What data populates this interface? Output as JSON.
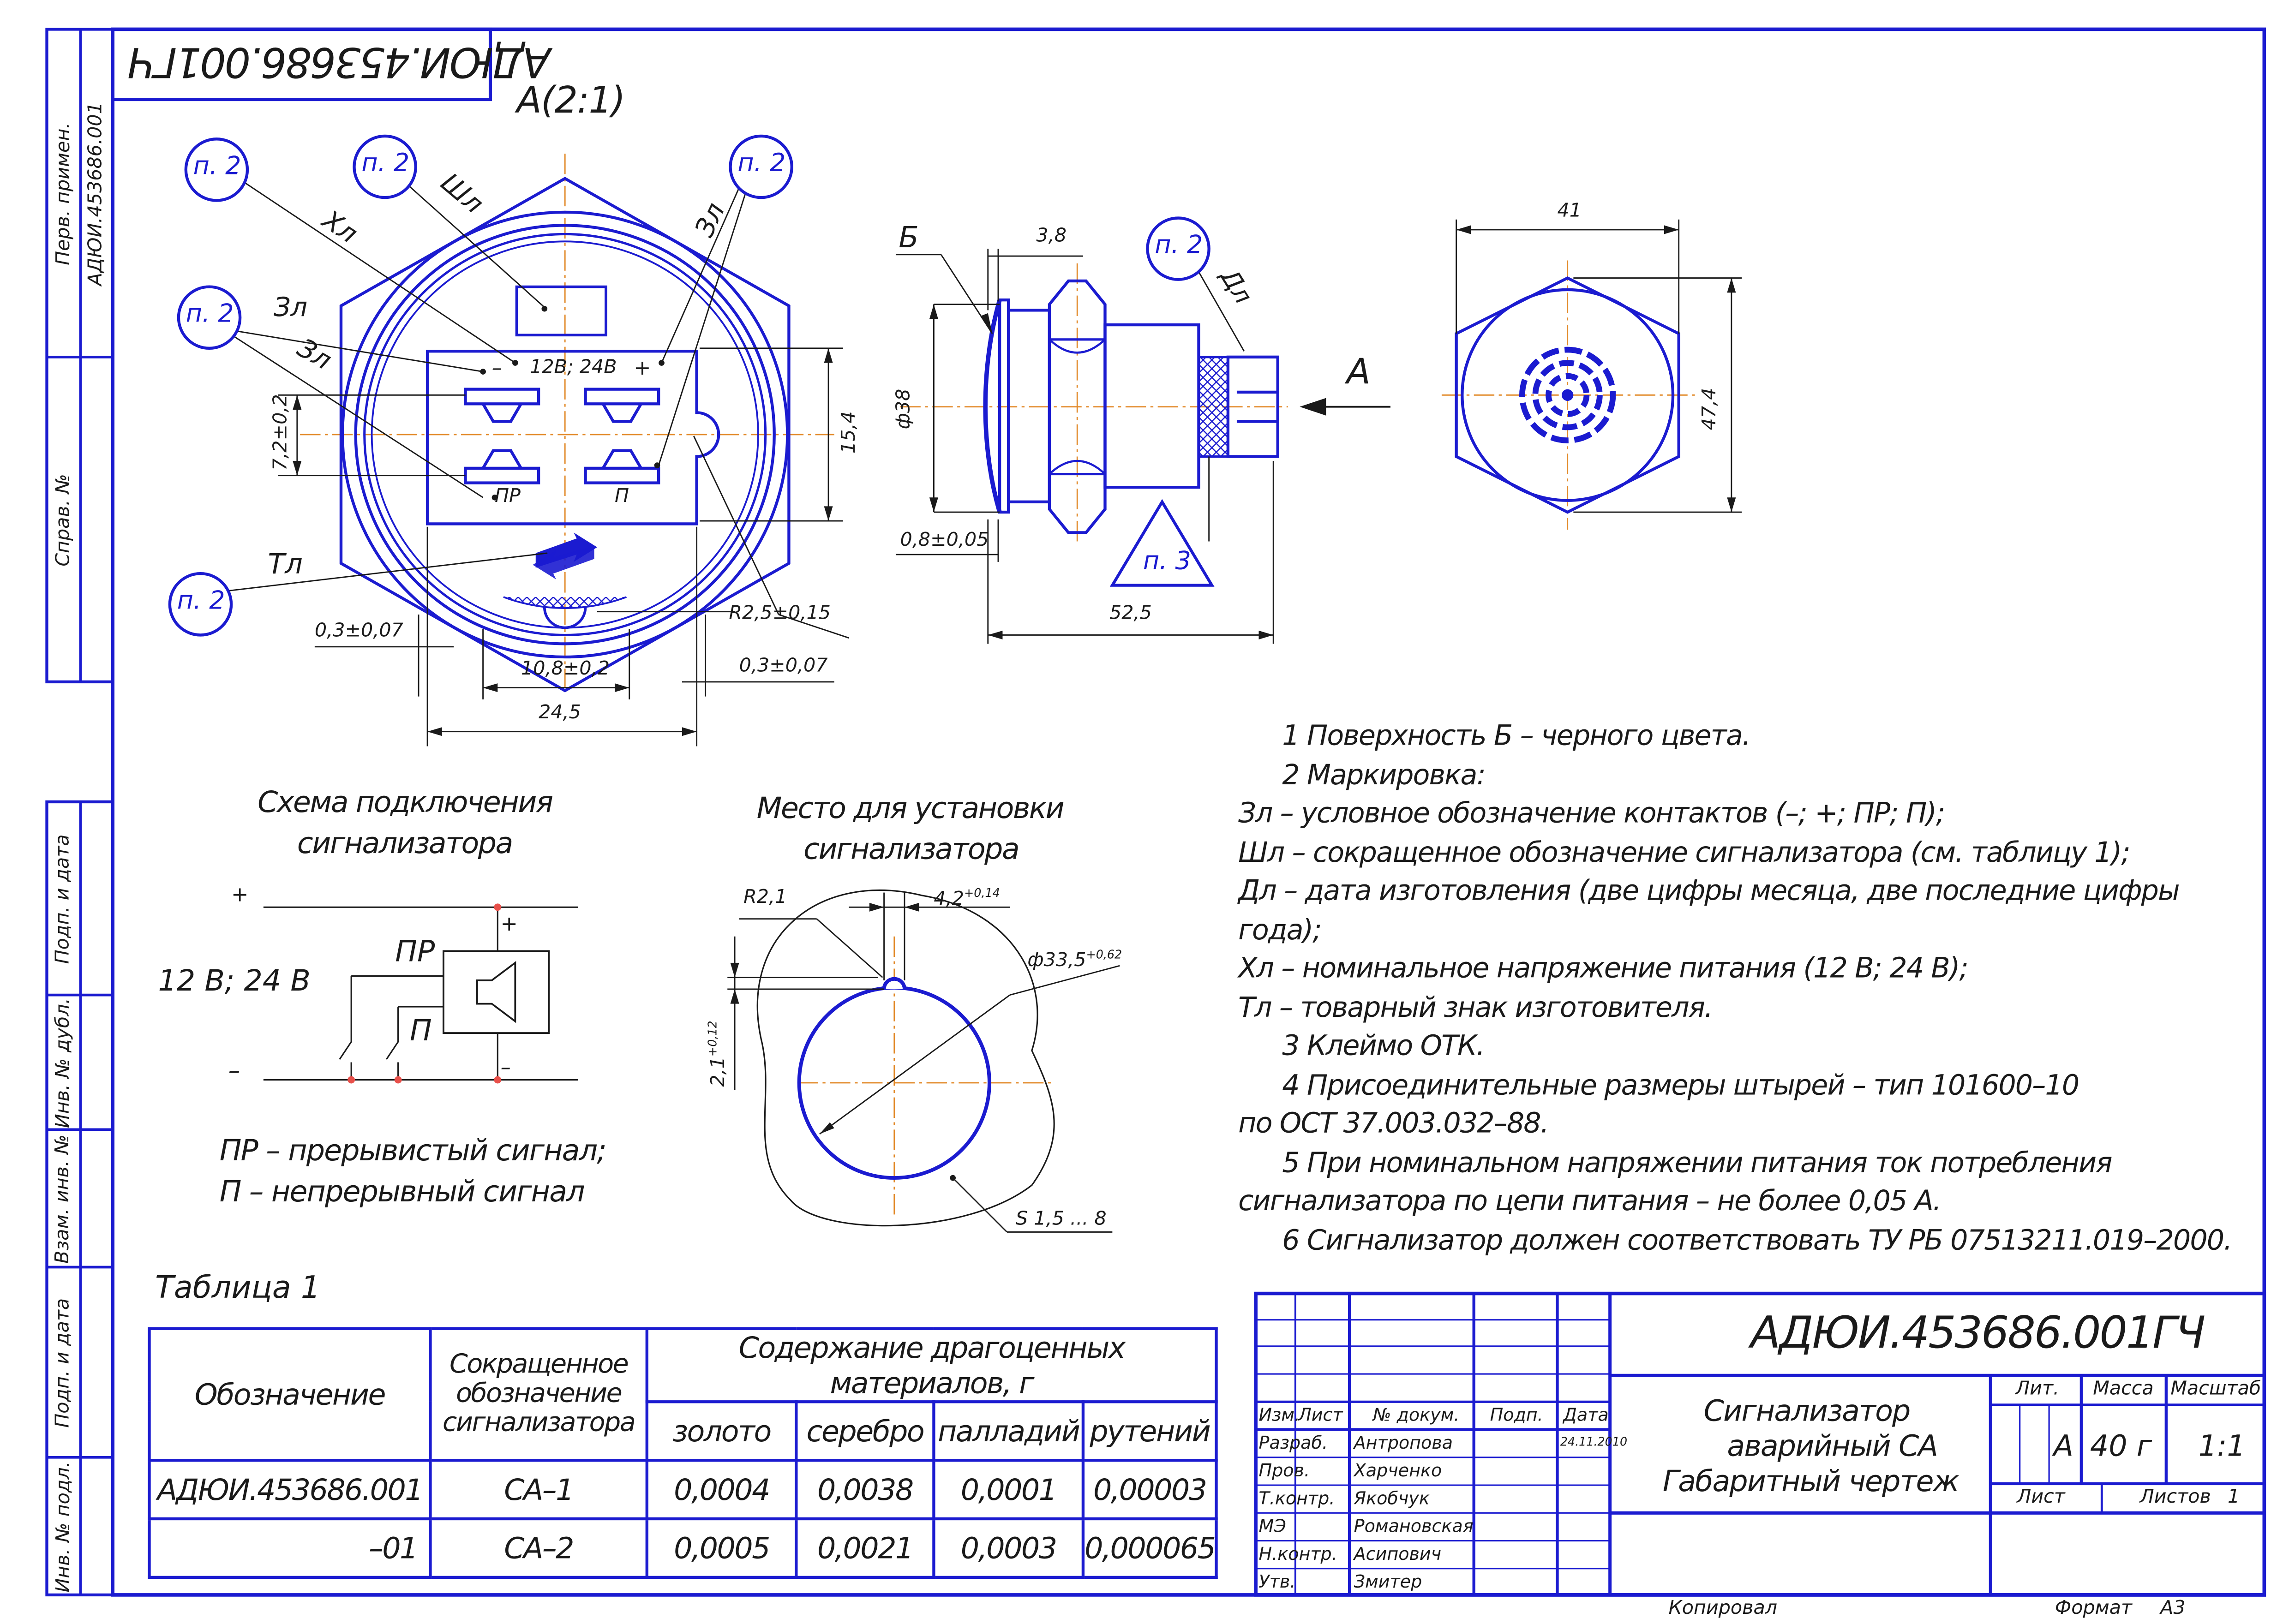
{
  "header": {
    "code_mirrored": "АДЮИ.453686.001ГЧ",
    "view_label": "А(2:1)"
  },
  "side_stamps": {
    "perv_primen_label": "Перв. примен.",
    "perv_primen_value": "АДЮИ.453686.001",
    "sprav_label": "Справ. №",
    "podp_data_1": "Подп. и дата",
    "inv_dubl": "Инв. № дубл.",
    "vzam_inv": "Взам. инв. №",
    "podp_data_2": "Подп. и дата",
    "inv_podl": "Инв. № подл."
  },
  "callouts": {
    "p2": "п. 2",
    "p3": "п. 3"
  },
  "front_view": {
    "labels": {
      "hl": "Хл",
      "shl": "Шл",
      "zl": "Зл",
      "tl": "Тл",
      "voltage": "12В; 24В",
      "minus": "–",
      "plus": "+",
      "pr": "ПР",
      "p": "П"
    },
    "dims": {
      "d_7_2": "7,2±0,2",
      "d_15_4": "15,4",
      "d_0_3_left": "0,3±0,07",
      "d_10_8": "10,8±0,2",
      "d_24_5": "24,5",
      "d_0_3_right": "0,3±0,07",
      "r_2_5": "R2,5±0,15"
    }
  },
  "side_view": {
    "b_label": "Б",
    "dl_label": "Дл",
    "arrow_a": "А",
    "d_3_8": "3,8",
    "d_38": "ф38",
    "d_0_8": "0,8±0,05",
    "d_52_5": "52,5"
  },
  "right_view": {
    "d_41": "41",
    "d_47_4": "47,4"
  },
  "wiring": {
    "title_1": "Схема подключения",
    "title_2": "сигнализатора",
    "plus": "+",
    "minus": "–",
    "voltage": "12 В; 24 В",
    "pr": "ПР",
    "p": "П",
    "plus_small": "+",
    "minus_small": "–",
    "legend_1": "ПР – прерывистый сигнал;",
    "legend_2": "П  – непрерывный сигнал"
  },
  "mounting": {
    "title_1": "Место для установки",
    "title_2": "сигнализатора",
    "r_2_1": "R2,1",
    "d_4_2": "4,2",
    "d_4_2_tol": "+0,14",
    "d_33_5": "ф33,5",
    "d_33_5_tol": "+0,62",
    "d_2_1": "2,1",
    "d_2_1_tol": "+0,12",
    "s_label": "S 1,5 ... 8"
  },
  "notes": [
    "1 Поверхность Б – черного цвета.",
    "2 Маркировка:",
    "Зл – условное обозначение контактов (–; +; ПР; П);",
    "Шл – сокращенное обозначение сигнализатора (см. таблицу 1);",
    "Дл  –  дата  изготовления  (две  цифры  месяца,  две  последние  цифры",
    "года);",
    "Хл – номинальное напряжение питания (12 В; 24 В);",
    "Тл – товарный знак изготовителя.",
    "3 Клеймо ОТК.",
    "4 Присоединительные размеры штырей – тип 101600–10",
    "по ОСТ 37.003.032–88.",
    "5 При    номинальном    напряжении    питания    ток    потребления",
    "сигнализатора по цепи питания  – не более 0,05 А.",
    "6 Сигнализатор должен соответствовать ТУ РБ 07513211.019–2000."
  ],
  "table1": {
    "caption": "Таблица 1",
    "head_designation": "Обозначение",
    "head_short_1": "Сокращенное",
    "head_short_2": "обозначение",
    "head_short_3": "сигнализатора",
    "head_precious": "Содержание драгоценных материалов, г",
    "metals": [
      "золото",
      "серебро",
      "палладий",
      "рутений"
    ],
    "rows": [
      {
        "designation": "АДЮИ.453686.001",
        "short": "СА–1",
        "values": [
          "0,0004",
          "0,0038",
          "0,0001",
          "0,00003"
        ]
      },
      {
        "designation": "–01",
        "short": "СА–2",
        "values": [
          "0,0005",
          "0,0021",
          "0,0003",
          "0,000065"
        ]
      }
    ]
  },
  "title_block": {
    "code": "АДЮИ.453686.001ГЧ",
    "name_1": "Сигнализатор",
    "name_2": "аварийный СА",
    "name_3": "Габаритный чертеж",
    "head_izm": "Изм.",
    "head_list": "Лист",
    "head_ndoc": "№ докум.",
    "head_podp": "Подп.",
    "head_data": "Дата",
    "roles": [
      {
        "role": "Разраб.",
        "name": "Антропова",
        "date": "24.11.2010"
      },
      {
        "role": "Пров.",
        "name": "Харченко",
        "date": ""
      },
      {
        "role": "Т.контр.",
        "name": "Якобчук",
        "date": ""
      },
      {
        "role": "МЭ",
        "name": "Романовская",
        "date": ""
      },
      {
        "role": "Н.контр.",
        "name": "Асипович",
        "date": ""
      },
      {
        "role": "Утв.",
        "name": "Змитер",
        "date": ""
      }
    ],
    "lit_label": "Лит.",
    "massa_label": "Масса",
    "masshtab_label": "Масштаб",
    "lit_value": "А",
    "massa_value": "40 г",
    "masshtab_value": "1:1",
    "list_label": "Лист",
    "listov_label": "Листов",
    "listov_value": "1"
  },
  "footer": {
    "kopiroval": "Копировал",
    "format_label": "Формат",
    "format_value": "А3"
  }
}
